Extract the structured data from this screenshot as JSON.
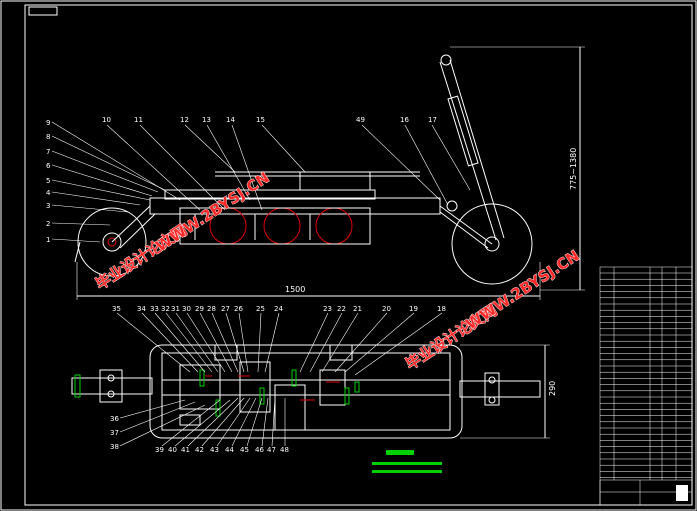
{
  "drawing": {
    "side_view_labels": [
      "1",
      "2",
      "3",
      "4",
      "5",
      "6",
      "7",
      "8",
      "9",
      "10",
      "11",
      "12",
      "13",
      "14",
      "15",
      "49",
      "16",
      "17"
    ],
    "top_view_top_labels": [
      "35",
      "34",
      "33",
      "32",
      "31",
      "30",
      "29",
      "28",
      "27",
      "26",
      "25",
      "24",
      "23",
      "22",
      "21",
      "20",
      "19",
      "18"
    ],
    "top_view_left_labels": [
      "36",
      "37",
      "38"
    ],
    "top_view_bottom_labels": [
      "39",
      "40",
      "41",
      "42",
      "43",
      "44",
      "45",
      "46",
      "47",
      "48"
    ],
    "dim_height": "775~1380",
    "dim_length": "1500",
    "dim_width": "290"
  },
  "watermark": {
    "cn": "毕业设计论文网",
    "url": "WWW.2BYSJ.CN"
  },
  "colors": {
    "line": "#ffffff",
    "green": "#00d000",
    "red": "#e00000",
    "watermark": "#ff2a2a"
  }
}
